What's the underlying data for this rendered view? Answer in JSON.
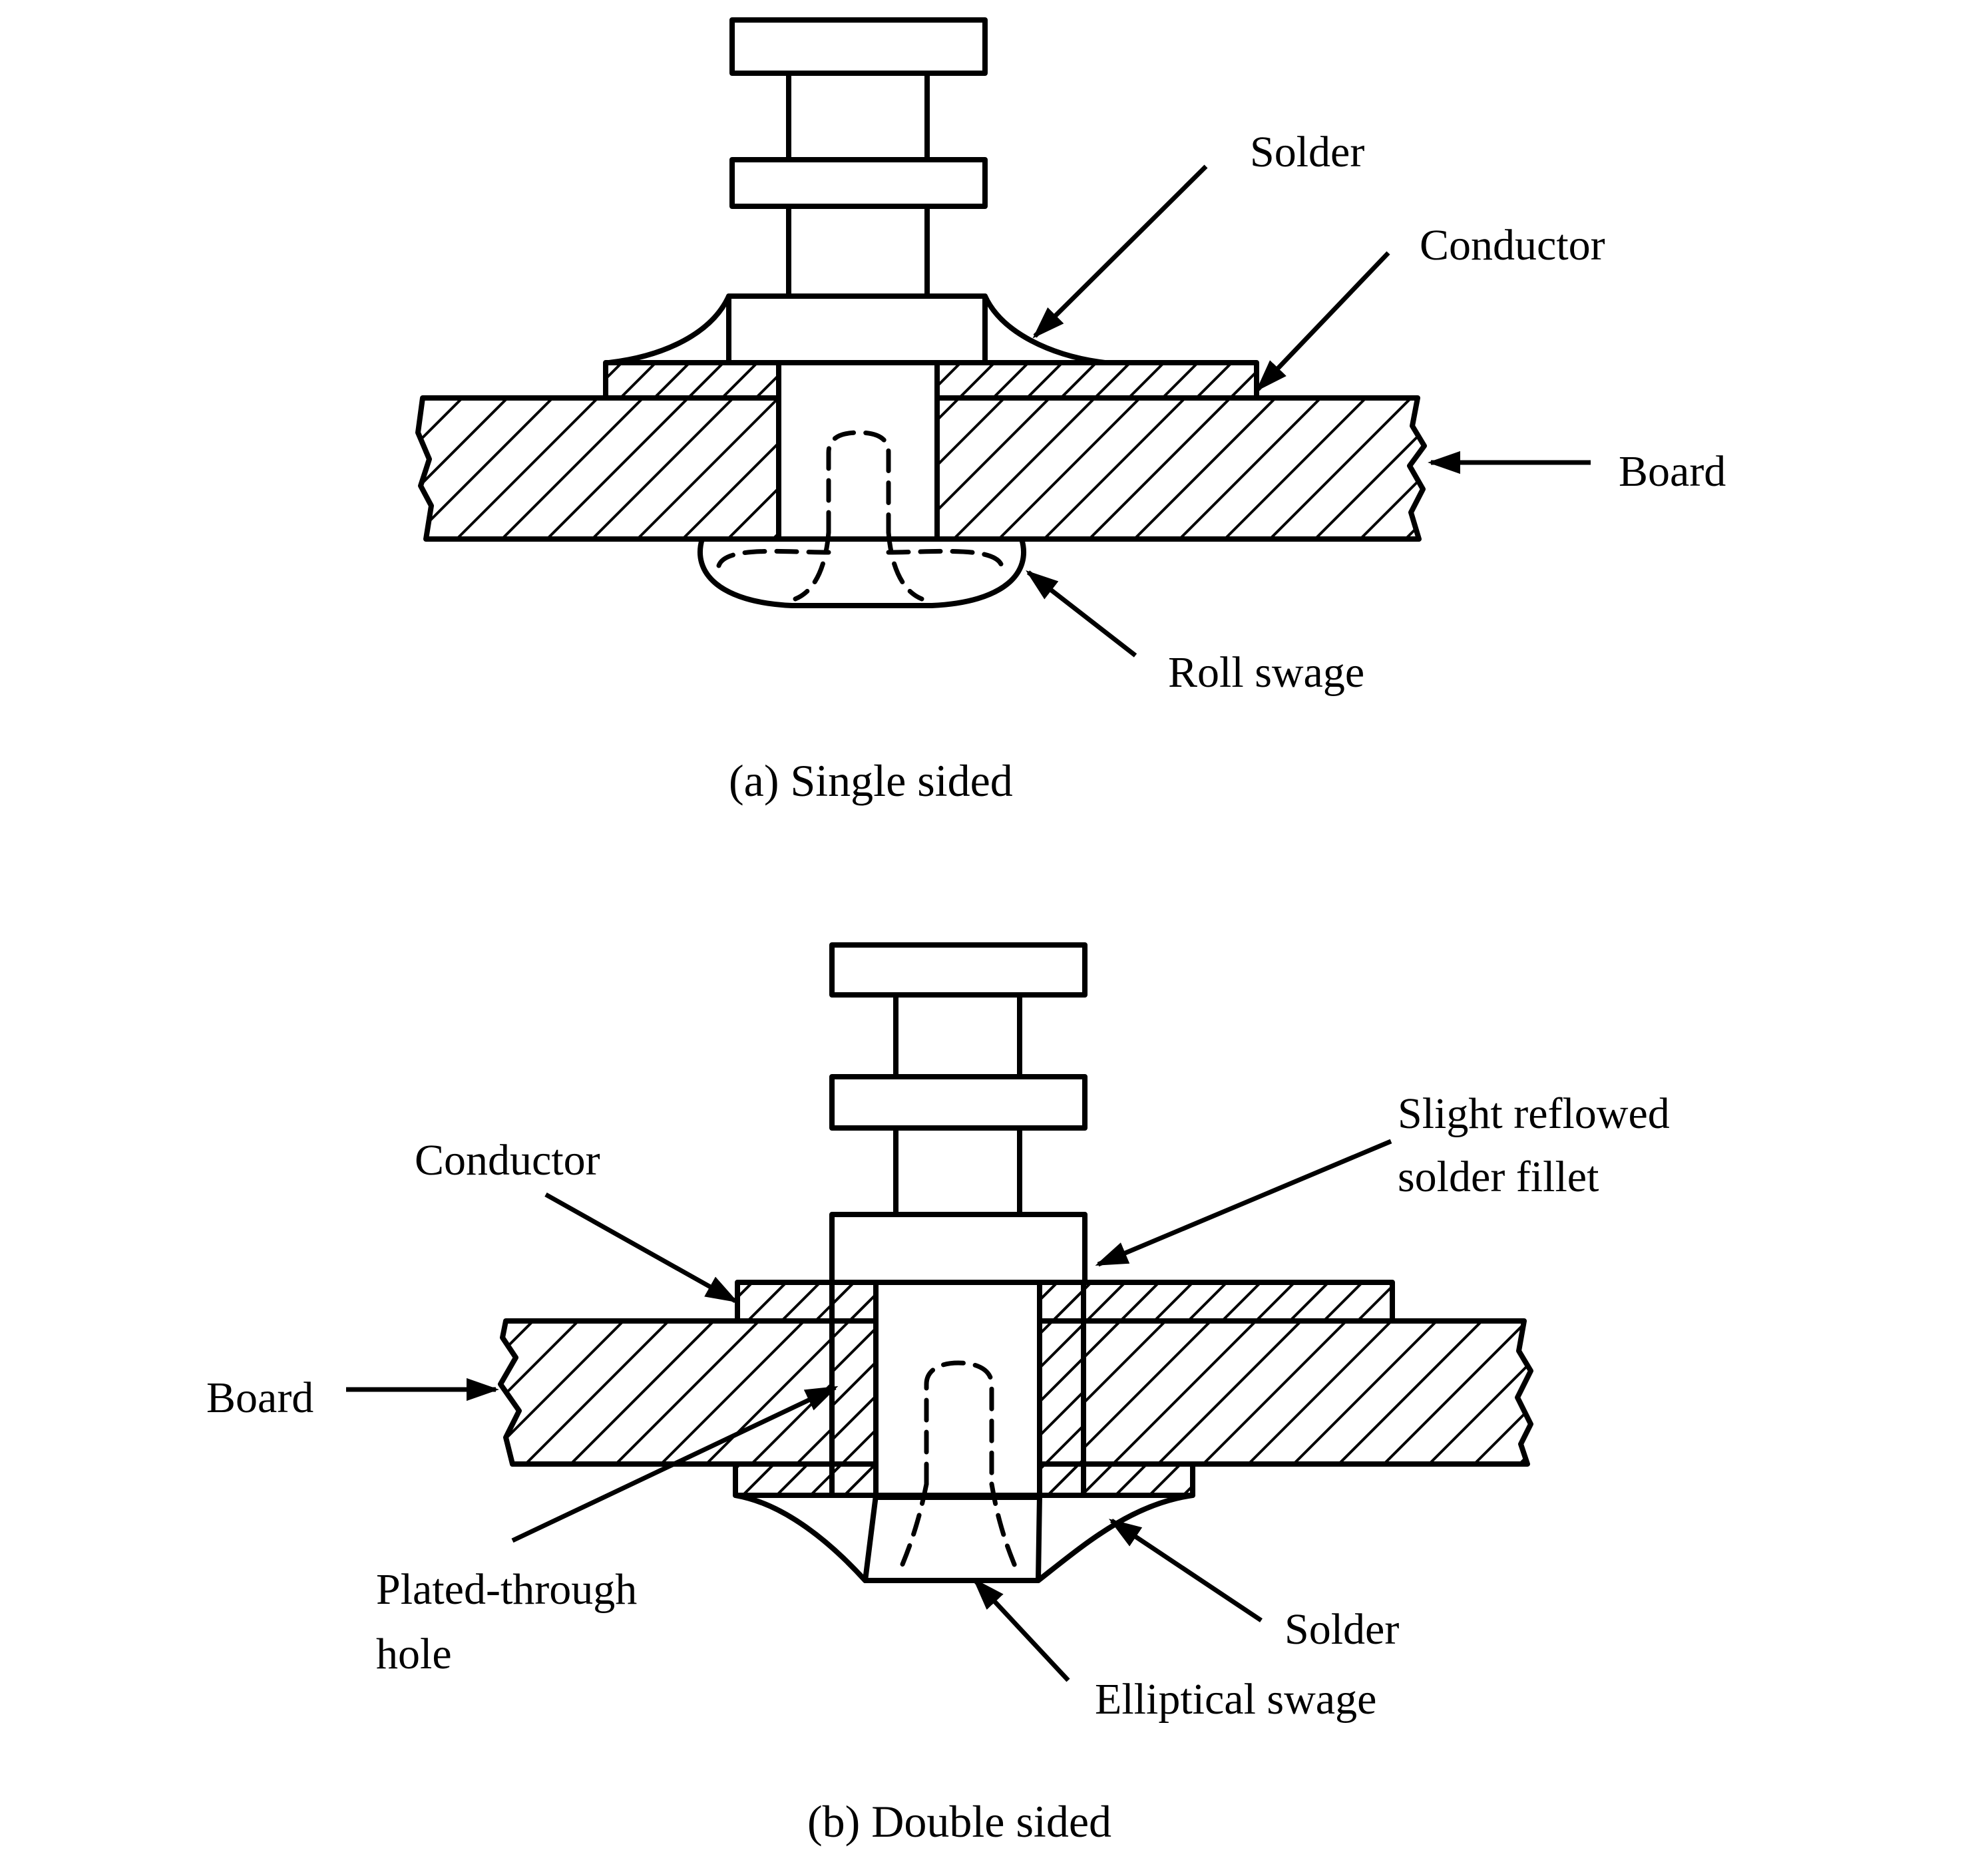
{
  "single_sided": {
    "labels": {
      "solder": "Solder",
      "conductor": "Conductor",
      "board": "Board",
      "roll_swage": "Roll swage"
    },
    "caption": "(a) Single sided"
  },
  "double_sided": {
    "labels": {
      "conductor": "Conductor",
      "slight_reflowed_line1": "Slight reflowed",
      "slight_reflowed_line2": "solder fillet",
      "board": "Board",
      "plated_through_line1": "Plated-through",
      "plated_through_line2": "hole",
      "solder": "Solder",
      "elliptical_swage": "Elliptical swage"
    },
    "caption": "(b) Double sided"
  }
}
